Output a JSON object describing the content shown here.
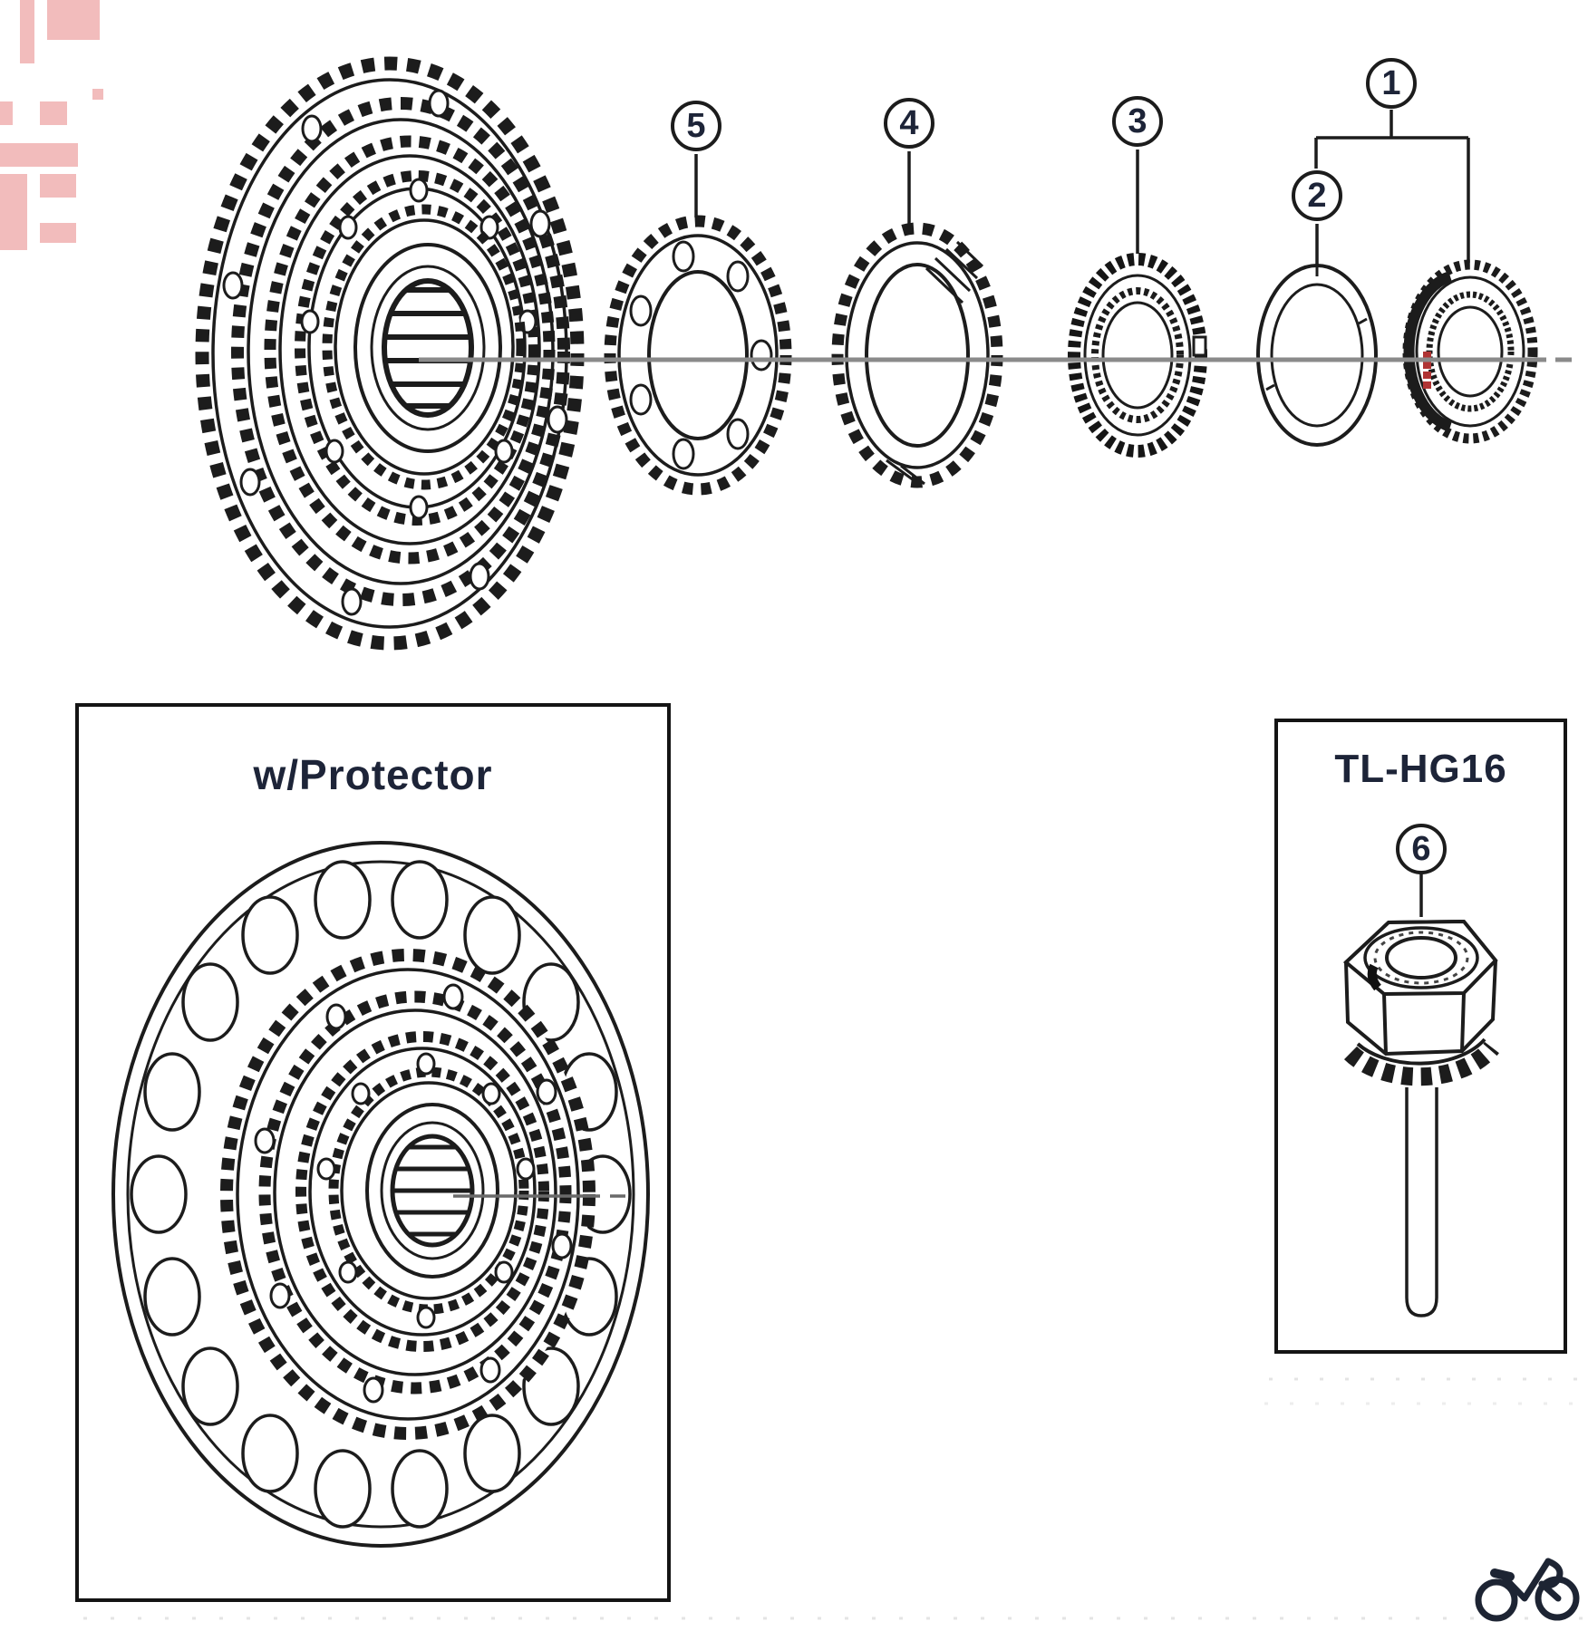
{
  "titles": {
    "protector_box": "w/Protector",
    "tool_box": "TL-HG16"
  },
  "callouts": {
    "c1": "1",
    "c2": "2",
    "c3": "3",
    "c4": "4",
    "c5": "5",
    "c6": "6"
  },
  "colors": {
    "line": "#1c1c1c",
    "axis_line": "#8a8a8a",
    "label_text": "#1d2438",
    "box_border": "#141414",
    "lockring_mark_red": "#b03434",
    "corner_artifact_red": "#f2bcbc",
    "logo_navy": "#1d2433"
  }
}
